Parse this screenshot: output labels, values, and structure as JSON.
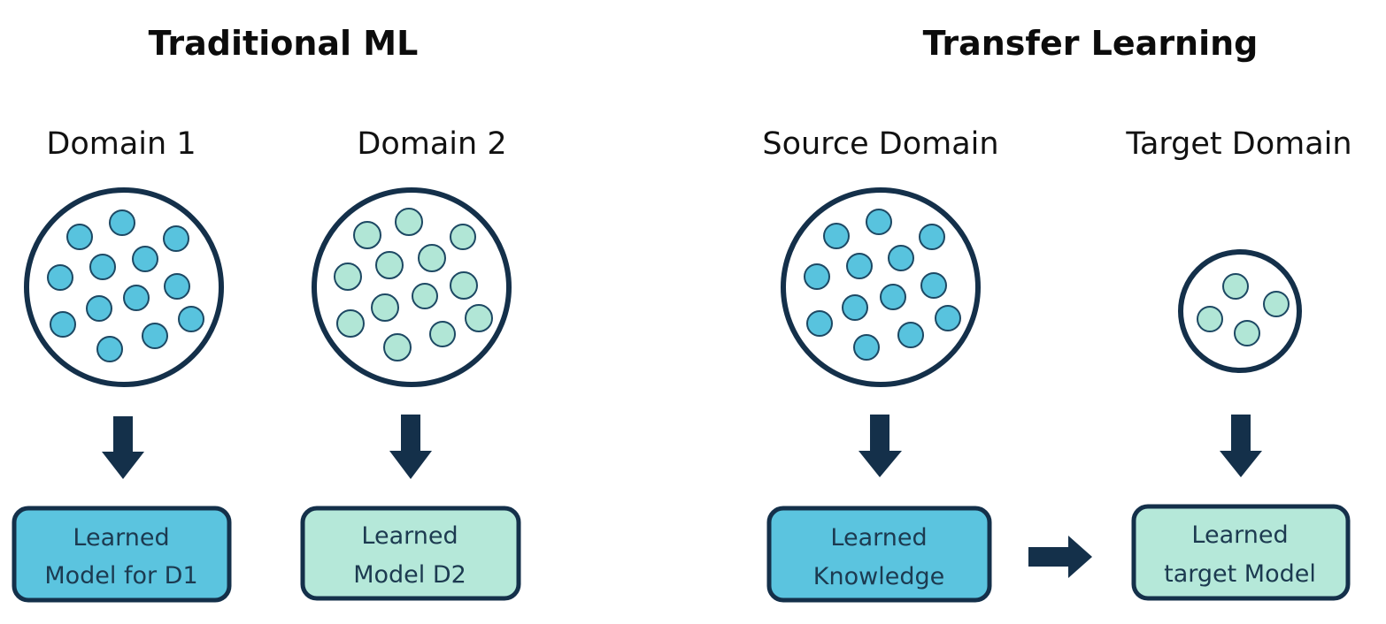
{
  "titles": {
    "traditional": "Traditional ML",
    "transfer": "Transfer Learning"
  },
  "domains": {
    "d1": "Domain 1",
    "d2": "Domain 2",
    "source": "Source Domain",
    "target": "Target Domain"
  },
  "boxes": {
    "d1": {
      "line1": "Learned",
      "line2": "Model for D1"
    },
    "d2": {
      "line1": "Learned",
      "line2": "Model D2"
    },
    "source": {
      "line1": "Learned",
      "line2": "Knowledge"
    },
    "target": {
      "line1": "Learned",
      "line2": "target Model"
    }
  },
  "colors": {
    "dark_navy": "#14304a",
    "blue_dot": "#58c3de",
    "mint_dot": "#b1e6d6",
    "blue_box": "#5bc4df",
    "mint_box": "#b5e8d9",
    "text": "#111111"
  }
}
